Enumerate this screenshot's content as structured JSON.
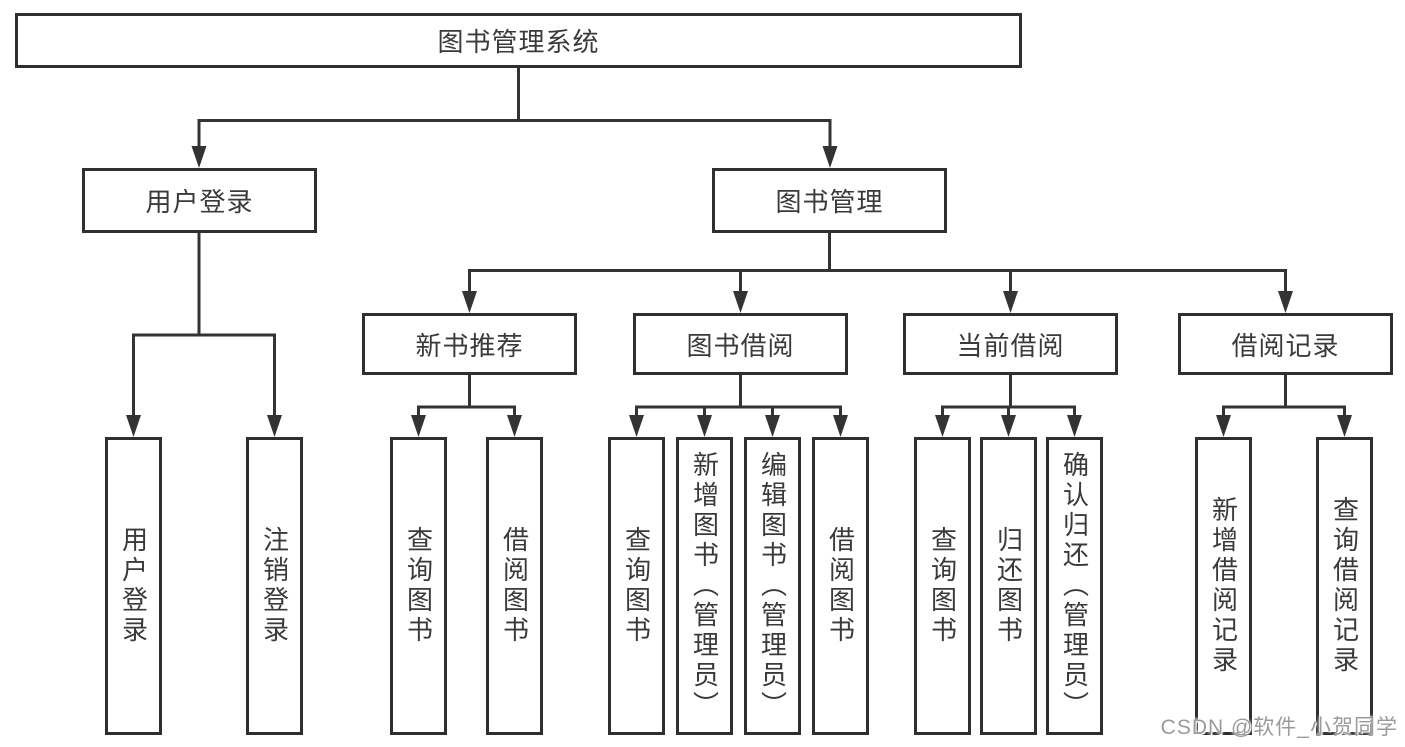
{
  "tree": {
    "root": {
      "label": "图书管理系统",
      "children": [
        {
          "label": "用户登录",
          "children": [
            {
              "label": "用户登录"
            },
            {
              "label": "注销登录"
            }
          ]
        },
        {
          "label": "图书管理",
          "children": [
            {
              "label": "新书推荐",
              "children": [
                {
                  "label": "查询图书"
                },
                {
                  "label": "借阅图书"
                }
              ]
            },
            {
              "label": "图书借阅",
              "children": [
                {
                  "label": "查询图书"
                },
                {
                  "label": "新增图书（管理员）"
                },
                {
                  "label": "编辑图书（管理员）"
                },
                {
                  "label": "借阅图书"
                }
              ]
            },
            {
              "label": "当前借阅",
              "children": [
                {
                  "label": "查询图书"
                },
                {
                  "label": "归还图书"
                },
                {
                  "label": "确认归还（管理员）"
                }
              ]
            },
            {
              "label": "借阅记录",
              "children": [
                {
                  "label": "新增借阅记录"
                },
                {
                  "label": "查询借阅记录"
                }
              ]
            }
          ]
        }
      ]
    }
  },
  "watermark": {
    "text": "CSDN @软件_小贺同学"
  },
  "colors": {
    "background": "#ffffff",
    "box_border": "#2f2f2f",
    "connector_line": "#333333",
    "text": "#3a3a3a",
    "watermark_text": "#9b9b9b"
  }
}
